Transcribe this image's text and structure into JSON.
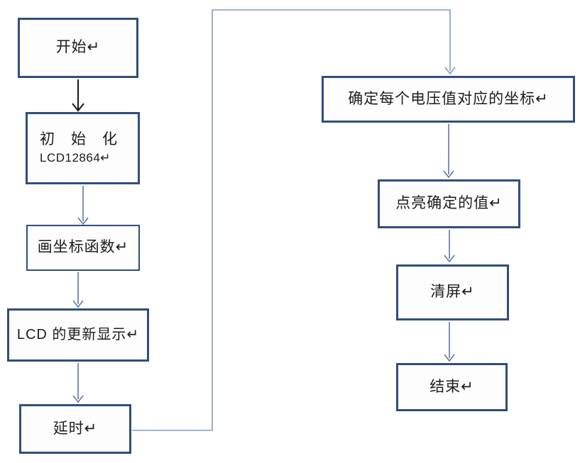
{
  "flowchart": {
    "nodes": {
      "start": {
        "label": "开始↵"
      },
      "init": {
        "line1": "初　始　化",
        "line2": "LCD12864↵"
      },
      "draw_axes": {
        "label": "画坐标函数↵"
      },
      "lcd_update": {
        "label": "LCD 的更新显示↵"
      },
      "delay": {
        "label": "延时↵"
      },
      "map_voltage": {
        "label": "确定每个电压值对应的坐标↵"
      },
      "light_value": {
        "label": "点亮确定的值↵"
      },
      "clear_screen": {
        "label": "清屏↵"
      },
      "end": {
        "label": "结束↵"
      }
    },
    "edges": [
      {
        "from": "start",
        "to": "init",
        "style": "black-arrow"
      },
      {
        "from": "init",
        "to": "draw_axes",
        "style": "blue-arrow"
      },
      {
        "from": "draw_axes",
        "to": "lcd_update",
        "style": "blue-arrow"
      },
      {
        "from": "lcd_update",
        "to": "delay",
        "style": "blue-arrow"
      },
      {
        "from": "delay",
        "to": "map_voltage",
        "style": "blue-elbow-connector"
      },
      {
        "from": "map_voltage",
        "to": "light_value",
        "style": "blue-arrow"
      },
      {
        "from": "light_value",
        "to": "clear_screen",
        "style": "blue-arrow"
      },
      {
        "from": "clear_screen",
        "to": "end",
        "style": "blue-arrow"
      }
    ],
    "colors": {
      "box_border": "#2f4e7c",
      "box_fill": "#fdfdfd",
      "text": "#1c1c1c",
      "arrow_black": "#1f1f1f",
      "arrow_blue": "#5878a8",
      "connector_blue": "#8099bd"
    }
  }
}
